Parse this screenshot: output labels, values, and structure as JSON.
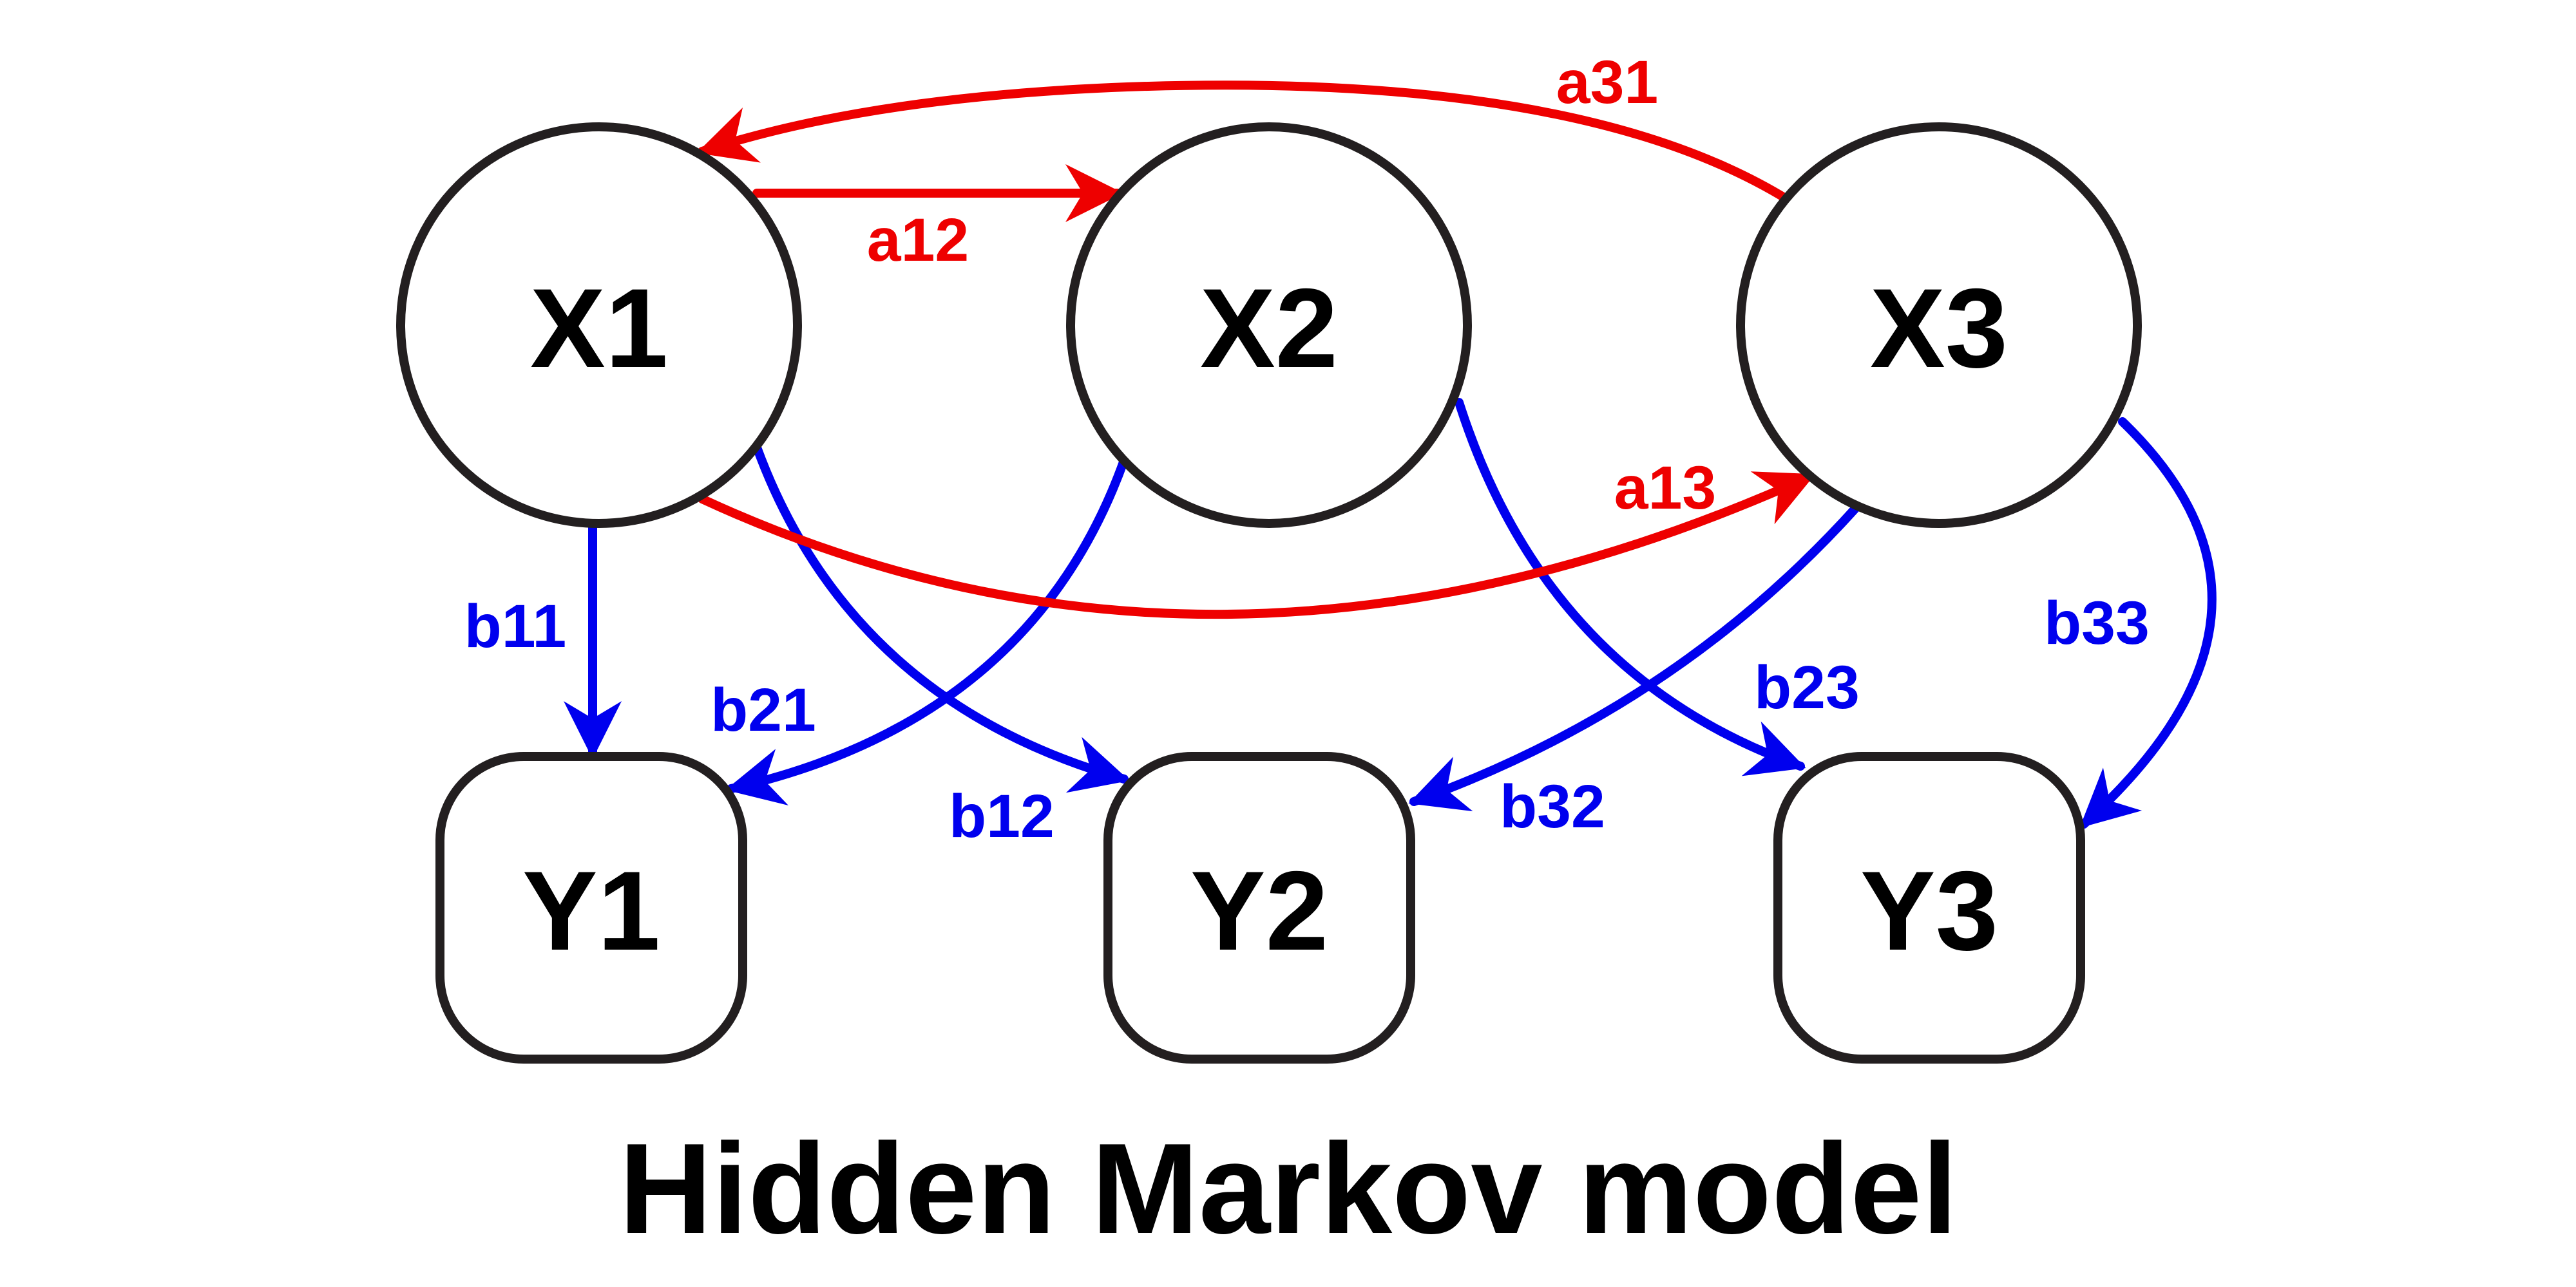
{
  "title": "Hidden Markov model",
  "colors": {
    "transition": "#ee0000",
    "emission": "#0000ee",
    "node_stroke": "#231f20",
    "text": "#000000"
  },
  "hidden_states": [
    {
      "id": "x1",
      "label": "X1"
    },
    {
      "id": "x2",
      "label": "X2"
    },
    {
      "id": "x3",
      "label": "X3"
    }
  ],
  "observations": [
    {
      "id": "y1",
      "label": "Y1"
    },
    {
      "id": "y2",
      "label": "Y2"
    },
    {
      "id": "y3",
      "label": "Y3"
    }
  ],
  "transitions": [
    {
      "id": "a12",
      "from": "X1",
      "to": "X2",
      "label": "a12"
    },
    {
      "id": "a13",
      "from": "X1",
      "to": "X3",
      "label": "a13"
    },
    {
      "id": "a31",
      "from": "X3",
      "to": "X1",
      "label": "a31"
    }
  ],
  "emissions": [
    {
      "id": "b11",
      "from": "X1",
      "to": "Y1",
      "label": "b11"
    },
    {
      "id": "b12",
      "from": "X1",
      "to": "Y2",
      "label": "b12"
    },
    {
      "id": "b21",
      "from": "X2",
      "to": "Y1",
      "label": "b21"
    },
    {
      "id": "b23",
      "from": "X2",
      "to": "Y3",
      "label": "b23"
    },
    {
      "id": "b32",
      "from": "X3",
      "to": "Y2",
      "label": "b32"
    },
    {
      "id": "b33",
      "from": "X3",
      "to": "Y3",
      "label": "b33"
    }
  ]
}
